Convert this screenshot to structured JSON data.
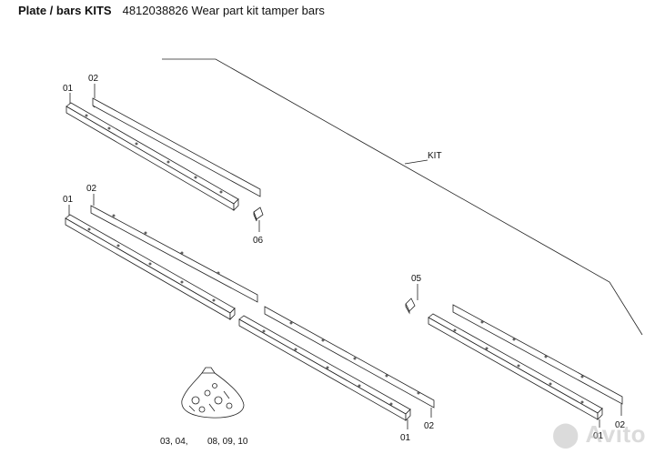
{
  "header": {
    "title": "Plate / bars KITS",
    "subtitle": "4812038826 Wear part kit tamper bars"
  },
  "callouts": {
    "kit": "KIT",
    "group1_plate": "01",
    "group1_bar": "02",
    "group1_bracket": "06",
    "group2_plate": "01",
    "group2_bar": "02",
    "group3_plate_bottom": "01",
    "group3_bar_bottom": "02",
    "group4_bracket": "05",
    "group4_plate_bottom": "01",
    "group4_bar_bottom": "02",
    "bag_left": "03, 04,",
    "bag_right": "08, 09, 10"
  },
  "watermark": {
    "text": "Avito"
  }
}
